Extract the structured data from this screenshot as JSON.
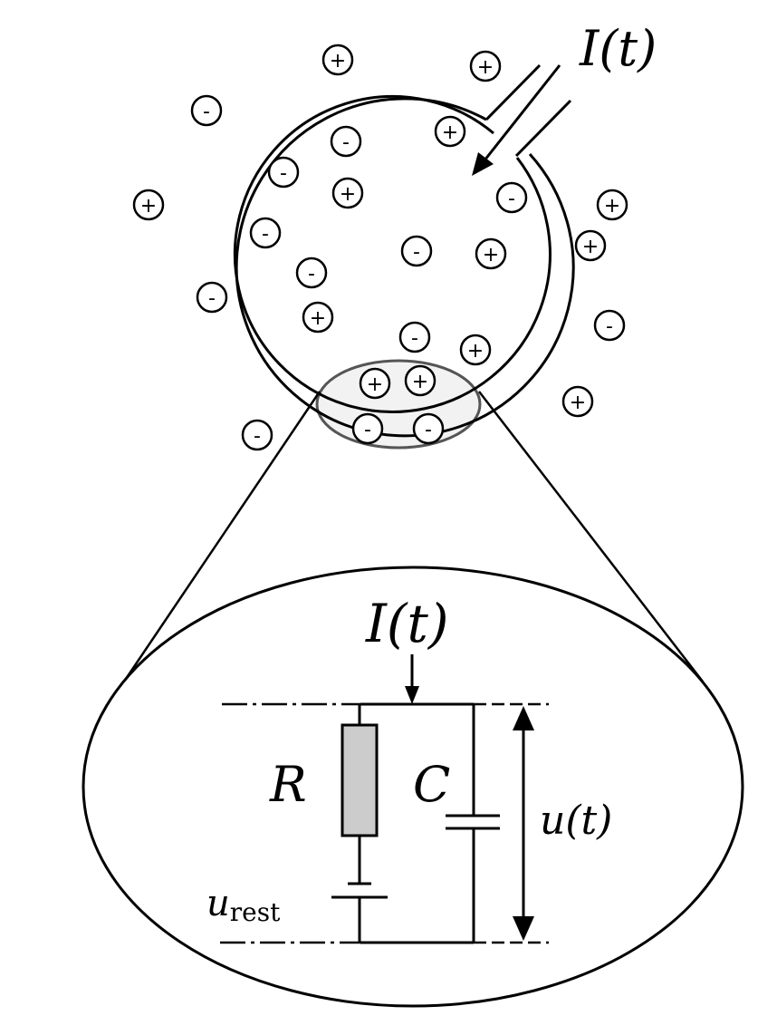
{
  "labels": {
    "current_top": "I(t)",
    "current_circuit": "I(t)",
    "resistor": "R",
    "capacitor": "C",
    "voltage": "u(t)",
    "rest_main": "u",
    "rest_sub": "rest"
  },
  "ions": {
    "positive_symbol": "+",
    "negative_symbol": "-"
  },
  "colors": {
    "stroke": "#000000",
    "resistor_fill": "#cccccc",
    "zoom_fill": "#f2f2f2",
    "zoom_stroke": "#555555"
  }
}
